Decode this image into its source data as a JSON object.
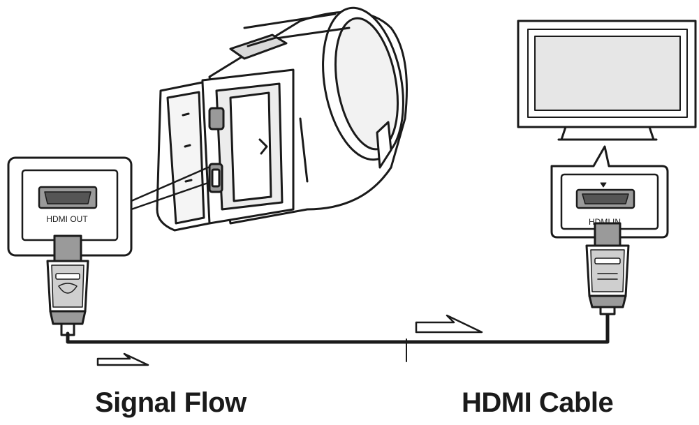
{
  "figure": {
    "camera_port_label": "HDMI OUT",
    "tv_port_label": "HDMI IN"
  },
  "captions": {
    "signal_flow": "Signal Flow",
    "hdmi_cable": "HDMI Cable"
  },
  "colors": {
    "line": "#1a1a1a",
    "fill": "#ffffff",
    "shade": "#d9d9d9",
    "dark_shade": "#9a9a9a",
    "screen": "#e6e6e6"
  },
  "icons": [
    "camcorder",
    "hdmi-plug",
    "television",
    "arrow"
  ]
}
